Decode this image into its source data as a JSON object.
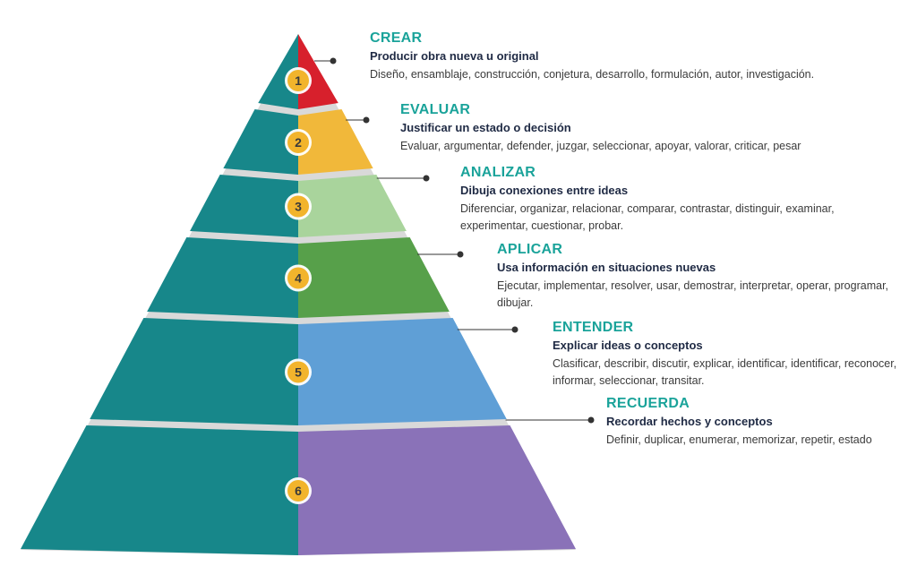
{
  "colors": {
    "teal": "#17878a",
    "teal_dark": "#12777a",
    "gap": "#d9d9d9",
    "title": "#1aa39a",
    "badge_fill": "#f2b42c",
    "badge_ring": "#ffffff",
    "leader": "#333333"
  },
  "levels": [
    {
      "number": "1",
      "title": "CREAR",
      "subtitle": "Producir obra nueva u original",
      "description": "Diseño, ensamblaje, construcción, conjetura, desarrollo, formulación, autor, investigación.",
      "color": "#d7202c"
    },
    {
      "number": "2",
      "title": "EVALUAR",
      "subtitle": "Justificar un estado o decisión",
      "description": "Evaluar, argumentar, defender, juzgar, seleccionar, apoyar, valorar, criticar, pesar",
      "color": "#f1b83a"
    },
    {
      "number": "3",
      "title": "ANALIZAR",
      "subtitle": "Dibuja conexiones entre ideas",
      "description": "Diferenciar, organizar, relacionar, comparar, contrastar, distinguir, examinar, experimentar, cuestionar, probar.",
      "color": "#a9d49c"
    },
    {
      "number": "4",
      "title": "APLICAR",
      "subtitle": "Usa información en situaciones nuevas",
      "description": "Ejecutar, implementar, resolver, usar, demostrar, interpretar, operar, programar, dibujar.",
      "color": "#57a04a"
    },
    {
      "number": "5",
      "title": "ENTENDER",
      "subtitle": "Explicar ideas o conceptos",
      "description": "Clasificar, describir, discutir, explicar, identificar, identificar, reconocer, informar, seleccionar, transitar.",
      "color": "#5f9fd6"
    },
    {
      "number": "6",
      "title": "RECUERDA",
      "subtitle": "Recordar hechos y conceptos",
      "description": "Definir, duplicar, enumerar, memorizar, repetir, estado",
      "color": "#8a72b8"
    }
  ]
}
